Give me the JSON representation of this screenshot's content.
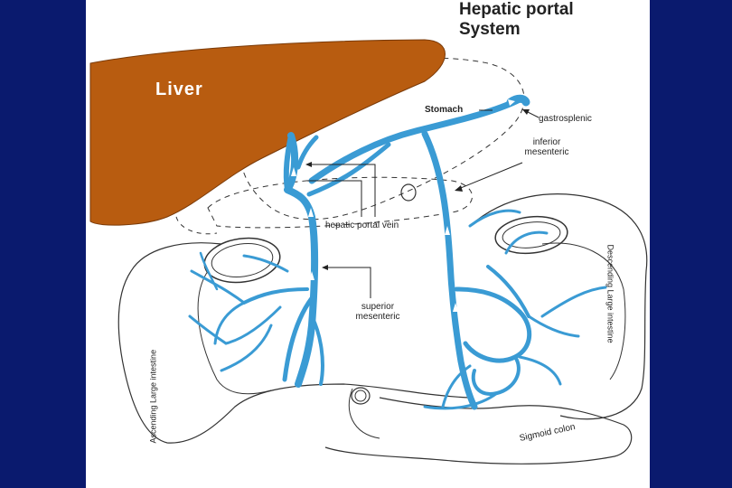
{
  "title_line1": "Hepatic portal",
  "title_line2": "System",
  "labels": {
    "liver": "Liver",
    "stomach": "Stomach",
    "gastrosplenic": "gastrosplenic",
    "inferior_line1": "inferior",
    "inferior_line2": "mesenteric",
    "hepatic_portal_vein": "hepatic portal vein",
    "superior_line1": "superior",
    "superior_line2": "mesenteric",
    "ascending": "Ascending Large intestine",
    "descending": "Descending Large intestine",
    "sigmoid": "Sigmoid colon"
  },
  "colors": {
    "background": "#0a1a6e",
    "panel": "#ffffff",
    "liver": "#b85c10",
    "vein": "#3a9bd4",
    "outline": "#222222"
  }
}
